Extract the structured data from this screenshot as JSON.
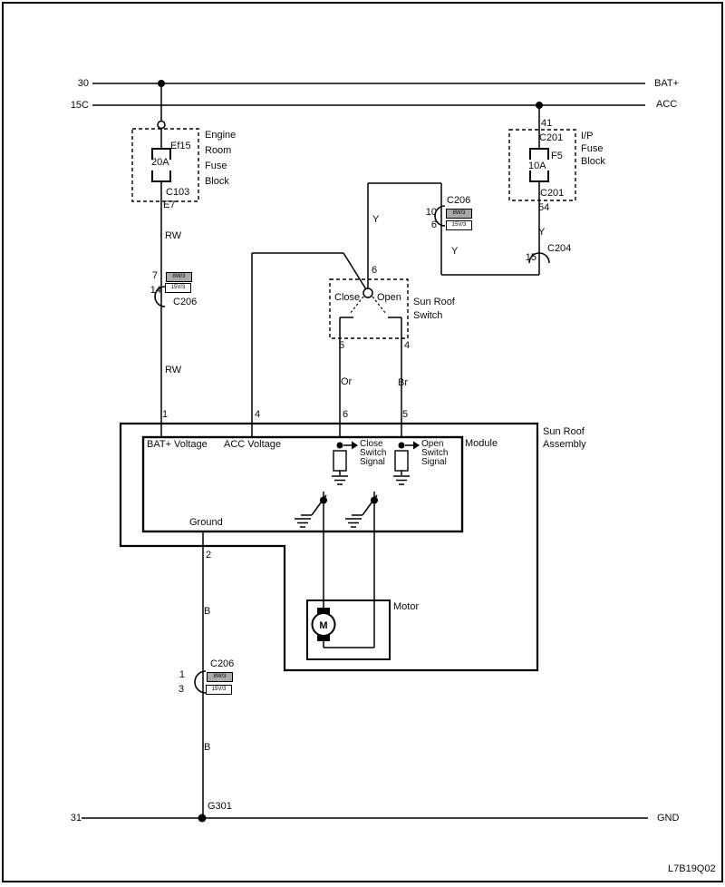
{
  "diagram_code": "L7B19Q02",
  "rails": {
    "bat": {
      "circuit": "30",
      "name": "BAT+"
    },
    "acc": {
      "circuit": "15C",
      "name": "ACC"
    },
    "gnd": {
      "circuit": "31",
      "name": "GND",
      "ground_point": "G301"
    }
  },
  "engine_fuse_block": {
    "line1": "Engine",
    "line2": "Room",
    "line3": "Fuse",
    "line4": "Block",
    "fuse_name": "Ef15",
    "fuse_rating": "20A",
    "connector": "C103",
    "pin": "E7"
  },
  "ip_fuse_block": {
    "line1": "I/P",
    "line2": "Fuse",
    "line3": "Block",
    "connector_top": "C201",
    "pin_top": "41",
    "fuse_name": "F5",
    "fuse_rating": "10A",
    "connector_bottom": "C201",
    "pin_bottom": "54"
  },
  "connectors": {
    "c206_top": {
      "name": "C206",
      "pin_in": "7",
      "pin_out": "14",
      "ref_a": "8W/3",
      "ref_b": "15V/3"
    },
    "c206_mid": {
      "name": "C206",
      "pin_in": "10",
      "pin_out": "6",
      "ref_a": "8W/3",
      "ref_b": "15V/3"
    },
    "c206_bot": {
      "name": "C206",
      "pin_in": "1",
      "pin_out": "3",
      "ref_a": "8W/3",
      "ref_b": "15V/3"
    },
    "c204": {
      "name": "C204",
      "pin": "15"
    }
  },
  "wires": {
    "rw_upper": "RW",
    "rw_lower": "RW",
    "y_fuse": "Y",
    "y_mid": "Y",
    "y_switch": "Y",
    "orange": "Or",
    "brown": "Br",
    "black_upper": "B",
    "black_lower": "B"
  },
  "switch": {
    "line1": "Sun Roof",
    "line2": "Switch",
    "close_label": "Close",
    "open_label": "Open",
    "pin_common": "6",
    "pin_close": "5",
    "pin_open": "4"
  },
  "assembly": {
    "line1": "Sun Roof",
    "line2": "Assembly",
    "module_label": "Module",
    "motor_label": "Motor",
    "motor_symbol": "M",
    "ground_label": "Ground",
    "pin_bat": "1",
    "pin_acc": "4",
    "pin_close": "6",
    "pin_open": "5",
    "pin_ground": "2",
    "bat_label": "BAT+ Voltage",
    "acc_label": "ACC Voltage",
    "close_l1": "Close",
    "close_l2": "Switch",
    "close_l3": "Signal",
    "open_l1": "Open",
    "open_l2": "Switch",
    "open_l3": "Signal"
  }
}
